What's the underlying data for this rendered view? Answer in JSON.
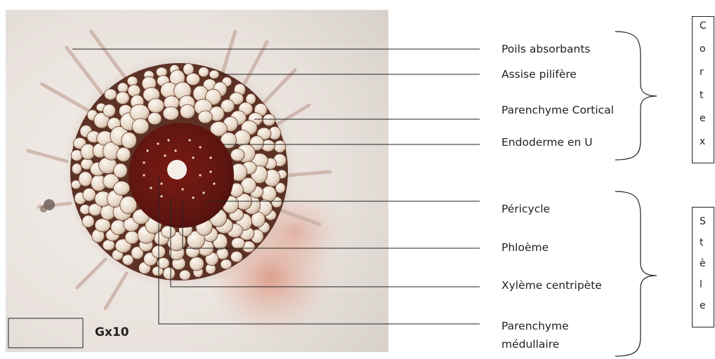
{
  "micrograph": {
    "magnification": "Gx10"
  },
  "labels": {
    "poils": "Poils absorbants",
    "assise": "Assise pilifère",
    "parenchyme_cortical": "Parenchyme Cortical",
    "endoderme": "Endoderme en U",
    "pericycle": "Péricycle",
    "phloeme": "Phloème",
    "xyleme": "Xylème centripète",
    "parenchyme_medullaire": "Parenchyme médullaire"
  },
  "groups": {
    "cortex": [
      "C",
      "o",
      "r",
      "t",
      "e",
      "x"
    ],
    "stele": [
      "S",
      "t",
      "è",
      "l",
      "e"
    ]
  }
}
